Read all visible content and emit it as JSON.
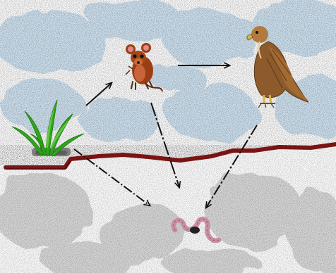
{
  "organisms": [
    {
      "id": "grass",
      "icon": "grass-icon"
    },
    {
      "id": "mouse",
      "icon": "mouse-icon"
    },
    {
      "id": "eagle",
      "icon": "eagle-icon"
    },
    {
      "id": "worm",
      "icon": "worm-icon"
    }
  ],
  "energy_flow": [
    {
      "from": "grass",
      "to": "mouse"
    },
    {
      "from": "mouse",
      "to": "eagle"
    },
    {
      "from": "grass",
      "to": "worm"
    },
    {
      "from": "mouse",
      "to": "worm"
    },
    {
      "from": "eagle",
      "to": "worm"
    }
  ],
  "colors": {
    "sky": "#cfe3f3",
    "soil": "#d9d9d9",
    "ground_line": "#7a1414",
    "arrow": "#111111",
    "grass": "#2fa51b",
    "mouse": "#9a3f14",
    "eagle": "#8c5a2b",
    "worm": "#c98da4"
  }
}
